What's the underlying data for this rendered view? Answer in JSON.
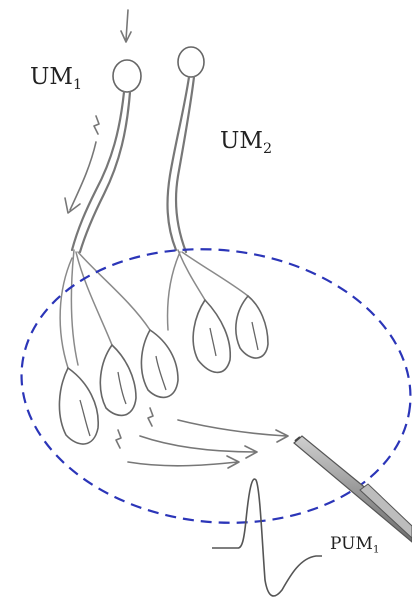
{
  "labels": {
    "um1": {
      "main": "UM",
      "sub": "1"
    },
    "um2": {
      "main": "UM",
      "sub": "2"
    },
    "pum1": {
      "main": "PUM",
      "sub": "1"
    }
  },
  "colors": {
    "territory_outline": "#2b35b8",
    "nerve": "#777777",
    "electrode_tip": "#888888",
    "electrode_insulation": "#a8a8a8"
  }
}
